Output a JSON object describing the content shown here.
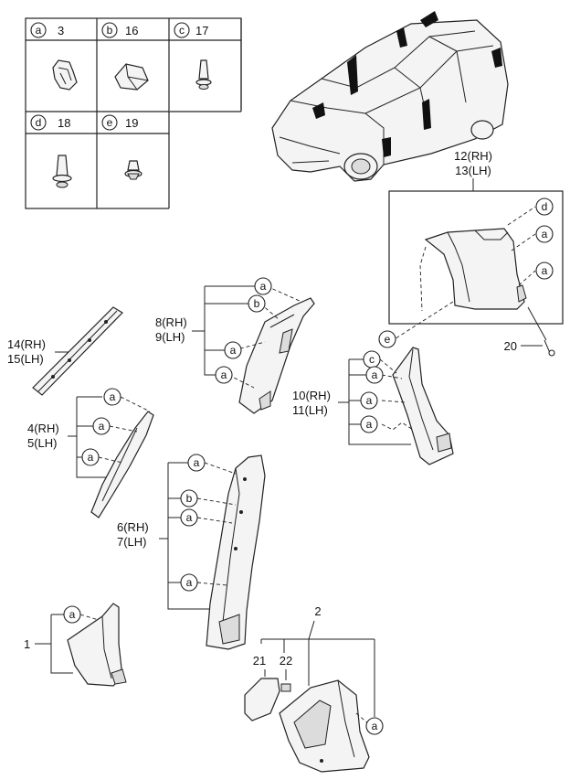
{
  "legend": [
    {
      "letter": "a",
      "num": "3"
    },
    {
      "letter": "b",
      "num": "16"
    },
    {
      "letter": "c",
      "num": "17"
    },
    {
      "letter": "d",
      "num": "18"
    },
    {
      "letter": "e",
      "num": "19"
    }
  ],
  "labels": {
    "p1": "1",
    "p2": "2",
    "p4": "4(RH)",
    "p5": "5(LH)",
    "p6": "6(RH)",
    "p7": "7(LH)",
    "p8": "8(RH)",
    "p9": "9(LH)",
    "p10": "10(RH)",
    "p11": "11(LH)",
    "p12": "12(RH)",
    "p13": "13(LH)",
    "p14": "14(RH)",
    "p15": "15(LH)",
    "p20": "20",
    "p21": "21",
    "p22": "22"
  },
  "callouts": {
    "a": "a",
    "b": "b",
    "c": "c",
    "d": "d",
    "e": "e"
  }
}
